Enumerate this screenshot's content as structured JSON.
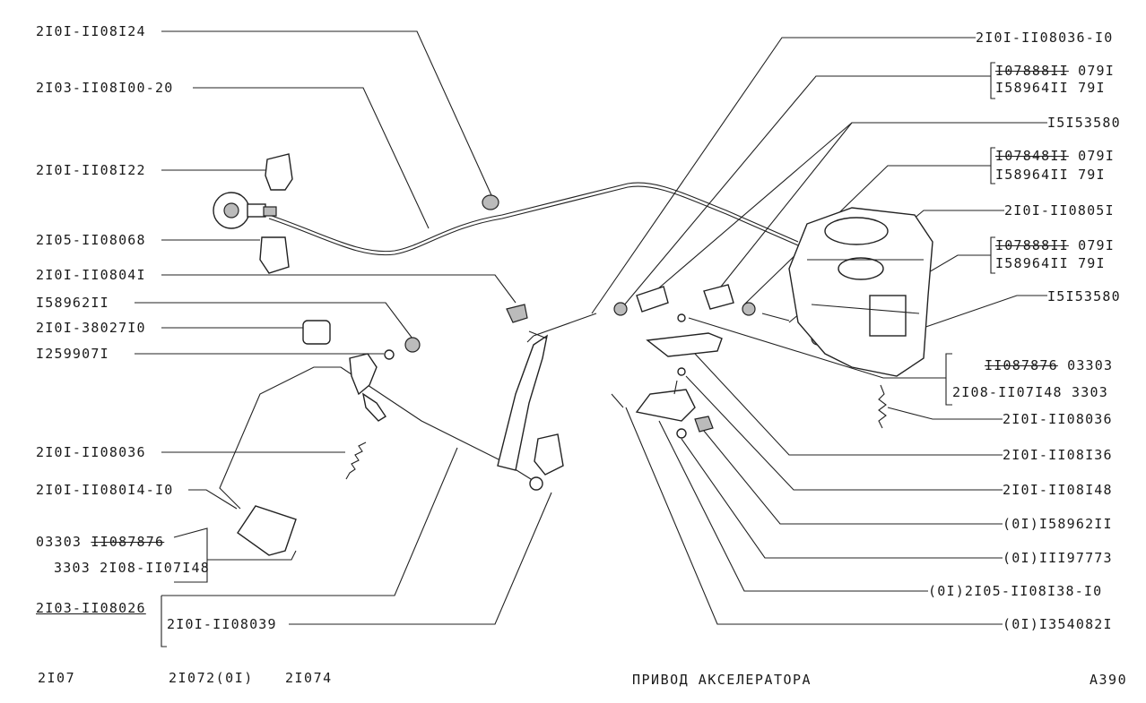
{
  "diagram": {
    "left_labels": {
      "l1": "2I0I-II08I24",
      "l2": "2I03-II08I00-20",
      "l3": "2I0I-II08I22",
      "l4": "2I05-II08068",
      "l5": "2I0I-II0804I",
      "l6": "I58962II",
      "l7": "2I0I-38027I0",
      "l8": "I259907I",
      "l9": "2I0I-II08036",
      "l10": "2I0I-II080I4-I0",
      "l11a_code": "03303",
      "l11a_num": "II087876",
      "l11b": "3303 2I08-II07I48",
      "l12": "2I03-II08026",
      "l13": "2I0I-II08039"
    },
    "right_labels": {
      "r1": "2I0I-II08036-I0",
      "r2a_num": "I07888II",
      "r2a_code": "079I",
      "r2b": "I58964II   79I",
      "r3": "I5I53580",
      "r4a_num": "I07848II",
      "r4a_code": "079I",
      "r4b": "I58964II   79I",
      "r5": "2I0I-II0805I",
      "r6a_num": "I07888II",
      "r6a_code": "079I",
      "r6b": "I58964II   79I",
      "r7": "I5I53580",
      "r8a_num": "II087876",
      "r8a_code": "03303",
      "r8b": "2I08-II07I48 3303",
      "r9": "2I0I-II08036",
      "r10": "2I0I-II08I36",
      "r11": "2I0I-II08I48",
      "r12": "(0I)I58962II",
      "r13": "(0I)III97773",
      "r14": "(0I)2I05-II08I38-I0",
      "r15": "(0I)I354082I"
    },
    "footer": {
      "model1": "2I07",
      "model2": "2I072(0I)",
      "model3": "2I074",
      "title": "ПРИВОД  АКСЕЛЕРАТОРА",
      "page": "A390"
    }
  }
}
